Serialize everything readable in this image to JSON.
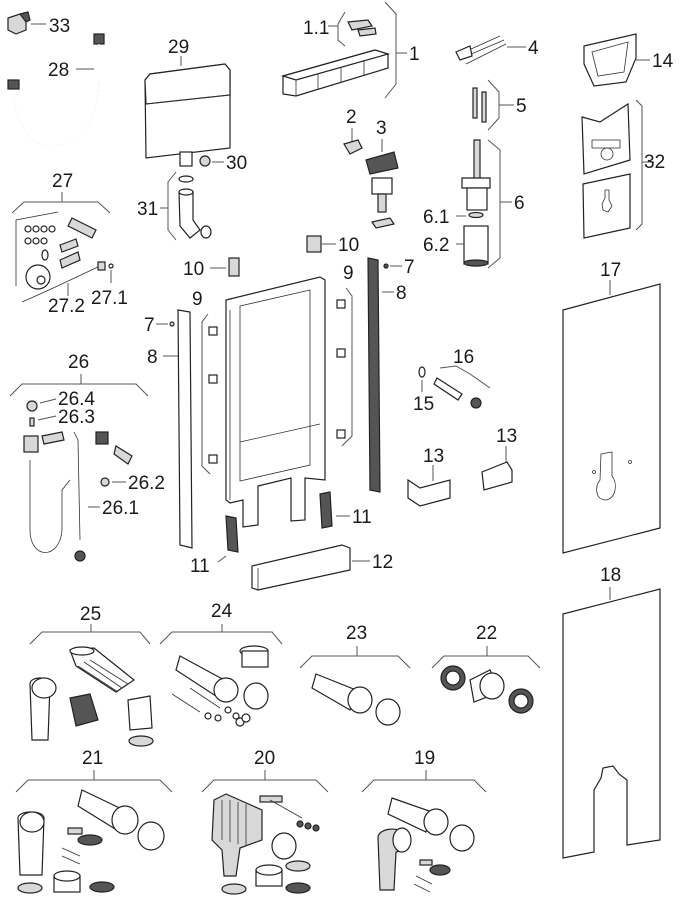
{
  "diagram": {
    "title": "Exploded view - installation frame spare parts",
    "labels": {
      "p1": "1",
      "p1_1": "1.1",
      "p2": "2",
      "p3": "3",
      "p4": "4",
      "p5": "5",
      "p6": "6",
      "p6_1": "6.1",
      "p6_2": "6.2",
      "p7": "7",
      "p8": "8",
      "p9": "9",
      "p10": "10",
      "p11": "11",
      "p12": "12",
      "p13": "13",
      "p14": "14",
      "p15": "15",
      "p16": "16",
      "p17": "17",
      "p18": "18",
      "p19": "19",
      "p20": "20",
      "p21": "21",
      "p22": "22",
      "p23": "23",
      "p24": "24",
      "p25": "25",
      "p26": "26",
      "p26_1": "26.1",
      "p26_2": "26.2",
      "p26_3": "26.3",
      "p26_4": "26.4",
      "p27": "27",
      "p27_1": "27.1",
      "p27_2": "27.2",
      "p28": "28",
      "p29": "29",
      "p30": "30",
      "p31": "31",
      "p32": "32",
      "p33": "33"
    }
  }
}
